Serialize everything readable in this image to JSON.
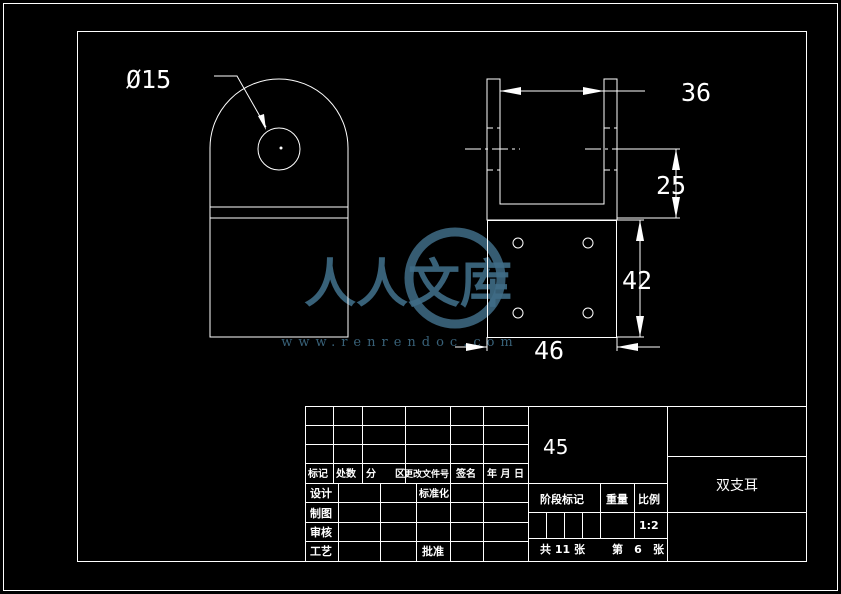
{
  "drawing": {
    "dimensions": {
      "diameter": "Ø15",
      "width_top": "36",
      "height_slot": "25",
      "height_block": "42",
      "width_bottom": "46"
    }
  },
  "title_block": {
    "material": "45",
    "part_name": "双支耳",
    "scale": "1:2",
    "sheets_total": "共 11 张",
    "sheet_no": "第 6 张",
    "headers": {
      "mark": "标记",
      "count": "处数",
      "zone1": "分",
      "zone2": "区",
      "change_doc": "更改文件号",
      "signature": "签名",
      "date": "年 月 日"
    },
    "labels": {
      "design": "设计",
      "drafting": "制图",
      "review": "审核",
      "process": "工艺",
      "standardization": "标准化",
      "approval": "批准",
      "stage_mark": "阶段标记",
      "weight": "重量",
      "scale": "比例"
    }
  },
  "watermark": {
    "text": "人人文库",
    "url": "www.renrendoc.com"
  }
}
